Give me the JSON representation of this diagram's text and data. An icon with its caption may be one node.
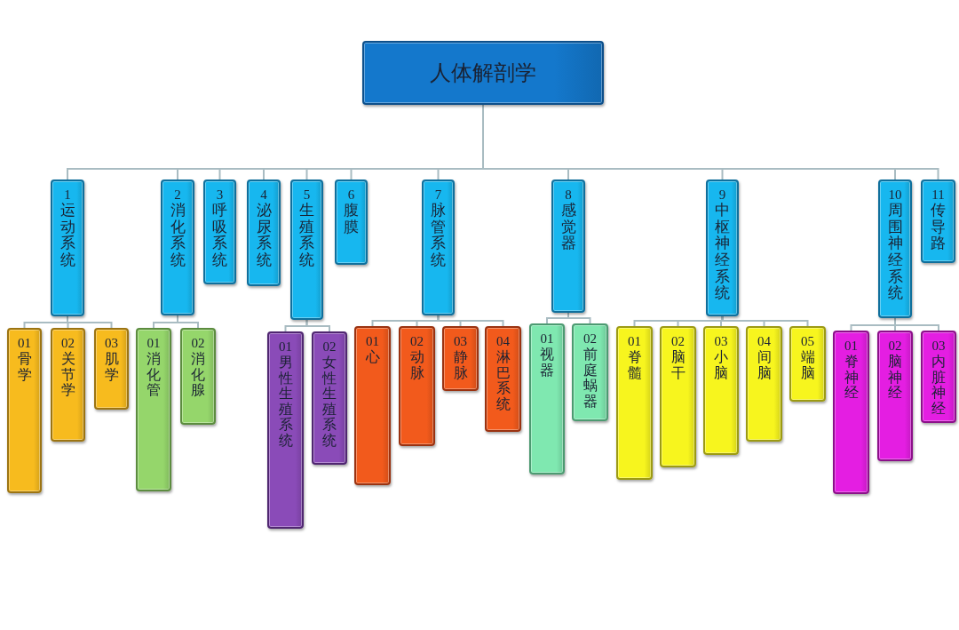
{
  "diagram": {
    "nodes": [
      {
        "text": [
          "人体解剖学"
        ]
      },
      {
        "text": [
          "1",
          "运动系统"
        ]
      },
      {
        "text": [
          "2",
          "消化系统"
        ]
      },
      {
        "text": [
          "3",
          "呼吸系统"
        ]
      },
      {
        "text": [
          "4",
          "泌尿系统"
        ]
      },
      {
        "text": [
          "5",
          "生殖系统"
        ]
      },
      {
        "text": [
          "6",
          "腹膜"
        ]
      },
      {
        "text": [
          "7",
          "脉管系统"
        ]
      },
      {
        "text": [
          "8",
          "感觉器"
        ]
      },
      {
        "text": [
          "9",
          "中枢神经系统"
        ]
      },
      {
        "text": [
          "10",
          "周围神经系统"
        ]
      },
      {
        "text": [
          "11",
          "传导路"
        ]
      },
      {
        "text": [
          "01",
          "骨学"
        ]
      },
      {
        "text": [
          "02",
          "关节学"
        ]
      },
      {
        "text": [
          "03",
          "肌学"
        ]
      },
      {
        "text": [
          "01",
          "消化管"
        ]
      },
      {
        "text": [
          "02",
          "消化腺"
        ]
      },
      {
        "text": [
          "01",
          "男性生殖系统"
        ]
      },
      {
        "text": [
          "02",
          "女性生殖系统"
        ]
      },
      {
        "text": [
          "01",
          "心"
        ]
      },
      {
        "text": [
          "02",
          "动脉"
        ]
      },
      {
        "text": [
          "03",
          "静脉"
        ]
      },
      {
        "text": [
          "04",
          "淋巴系统"
        ]
      },
      {
        "text": [
          "01",
          "视器"
        ]
      },
      {
        "text": [
          "02",
          "前庭蜗器"
        ]
      },
      {
        "text": [
          "01",
          "脊髓"
        ]
      },
      {
        "text": [
          "02",
          "脑干"
        ]
      },
      {
        "text": [
          "03",
          "小脑"
        ]
      },
      {
        "text": [
          "04",
          "间脑"
        ]
      },
      {
        "text": [
          "05",
          "端脑"
        ]
      },
      {
        "text": [
          "01",
          "脊神经"
        ]
      },
      {
        "text": [
          "02",
          "脑神经"
        ]
      },
      {
        "text": [
          "03",
          "内脏神经"
        ]
      }
    ],
    "edges": [
      {
        "from": 0,
        "to": 1,
        "arrow": "none"
      },
      {
        "from": 0,
        "to": 2,
        "arrow": "none"
      },
      {
        "from": 0,
        "to": 3,
        "arrow": "none"
      },
      {
        "from": 0,
        "to": 4,
        "arrow": "none"
      },
      {
        "from": 0,
        "to": 5,
        "arrow": "none"
      },
      {
        "from": 0,
        "to": 6,
        "arrow": "none"
      },
      {
        "from": 0,
        "to": 7,
        "arrow": "none"
      },
      {
        "from": 0,
        "to": 8,
        "arrow": "none"
      },
      {
        "from": 0,
        "to": 9,
        "arrow": "none"
      },
      {
        "from": 0,
        "to": 10,
        "arrow": "none"
      },
      {
        "from": 0,
        "to": 11,
        "arrow": "none"
      },
      {
        "from": 1,
        "to": 12,
        "arrow": "none"
      },
      {
        "from": 1,
        "to": 13,
        "arrow": "none"
      },
      {
        "from": 1,
        "to": 14,
        "arrow": "none"
      },
      {
        "from": 2,
        "to": 15,
        "arrow": "none"
      },
      {
        "from": 2,
        "to": 16,
        "arrow": "none"
      },
      {
        "from": 5,
        "to": 17,
        "arrow": "none"
      },
      {
        "from": 5,
        "to": 18,
        "arrow": "none"
      },
      {
        "from": 7,
        "to": 19,
        "arrow": "none"
      },
      {
        "from": 7,
        "to": 20,
        "arrow": "none"
      },
      {
        "from": 7,
        "to": 21,
        "arrow": "none"
      },
      {
        "from": 7,
        "to": 22,
        "arrow": "none"
      },
      {
        "from": 8,
        "to": 23,
        "arrow": "none"
      },
      {
        "from": 8,
        "to": 24,
        "arrow": "none"
      },
      {
        "from": 9,
        "to": 25,
        "arrow": "none"
      },
      {
        "from": 9,
        "to": 26,
        "arrow": "none"
      },
      {
        "from": 9,
        "to": 27,
        "arrow": "none"
      },
      {
        "from": 9,
        "to": 28,
        "arrow": "none"
      },
      {
        "from": 9,
        "to": 29,
        "arrow": "none"
      },
      {
        "from": 10,
        "to": 30,
        "arrow": "none"
      },
      {
        "from": 10,
        "to": 31,
        "arrow": "none"
      },
      {
        "from": 10,
        "to": 32,
        "arrow": "none"
      }
    ]
  }
}
